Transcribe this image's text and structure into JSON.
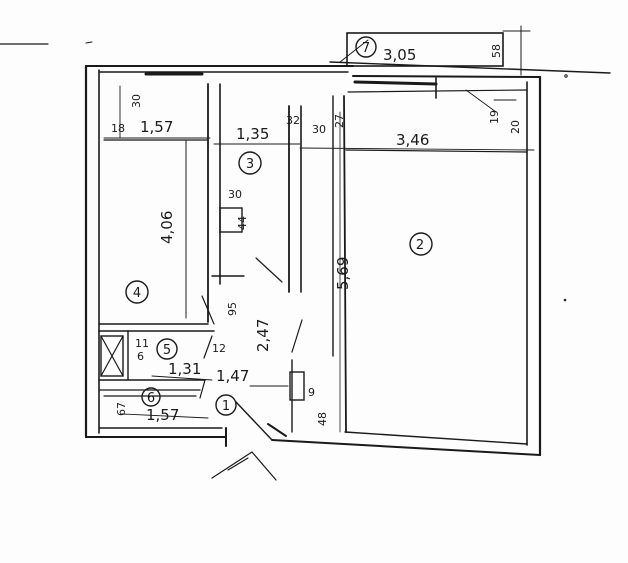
{
  "rooms": [
    {
      "id": "1",
      "label": "1"
    },
    {
      "id": "2",
      "label": "2"
    },
    {
      "id": "3",
      "label": "3"
    },
    {
      "id": "4",
      "label": "4"
    },
    {
      "id": "5",
      "label": "5"
    },
    {
      "id": "6",
      "label": "6"
    },
    {
      "id": "7",
      "label": "7"
    }
  ],
  "dimensions": {
    "balcony_length": "3,05",
    "balcony_depth": "58",
    "room4_width": "1,57",
    "room4_left_offset": "18",
    "room4_top_offset": "30",
    "room4_length": "4,06",
    "room3_width": "1,35",
    "room3_wall": "32",
    "room3_offset": "30",
    "room3_niche_a": "30",
    "room3_niche_b": "44",
    "corridor_length": "2,47",
    "corridor_door": "95",
    "corridor_gap": "12",
    "room2_width": "3,46",
    "room2_offset": "27",
    "room2_right_a": "19",
    "room2_right_b": "20",
    "room2_length": "5,69",
    "room5_width": "1,31",
    "room5_depth": "6",
    "room5_tag": "11",
    "hall_width": "1,47",
    "room6_width": "1,57",
    "room6_depth": "67",
    "entry_niche": "9",
    "entry_gap": "48"
  }
}
